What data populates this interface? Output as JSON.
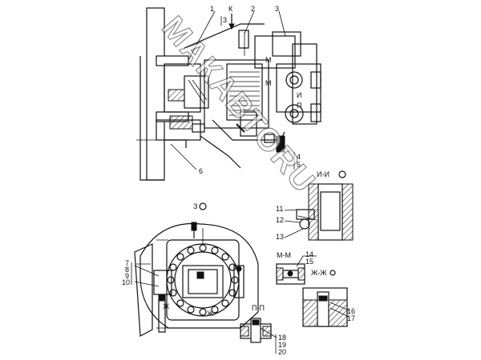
{
  "watermark": "МАКАВТОRU",
  "view_marker_top": {
    "letter": "К",
    "section": "3"
  },
  "callouts_top": {
    "c1": "1",
    "c2": "2",
    "c3": "3",
    "c4": "4",
    "c5": "5",
    "c6": "6"
  },
  "section_labels": {
    "ii": "И-И",
    "zz": "З",
    "mm": "М-М",
    "zhzh": "Ж-Ж",
    "pp": "П-П"
  },
  "inline_marks": {
    "m1": "М",
    "m2": "М",
    "p1": "П",
    "i1": "И",
    "zh1": "Ж",
    "zh2": "Ж"
  },
  "callouts_ii": {
    "c11": "11",
    "c12": "12",
    "c13": "13"
  },
  "callouts_zz": {
    "c7": "7",
    "c8": "8",
    "c9": "9",
    "c10": "10"
  },
  "callouts_mm": {
    "c14": "14",
    "c15": "15"
  },
  "callouts_zhzh": {
    "c16": "16",
    "c17": "17"
  },
  "callouts_pp": {
    "c18": "18",
    "c19": "19",
    "c20": "20"
  }
}
